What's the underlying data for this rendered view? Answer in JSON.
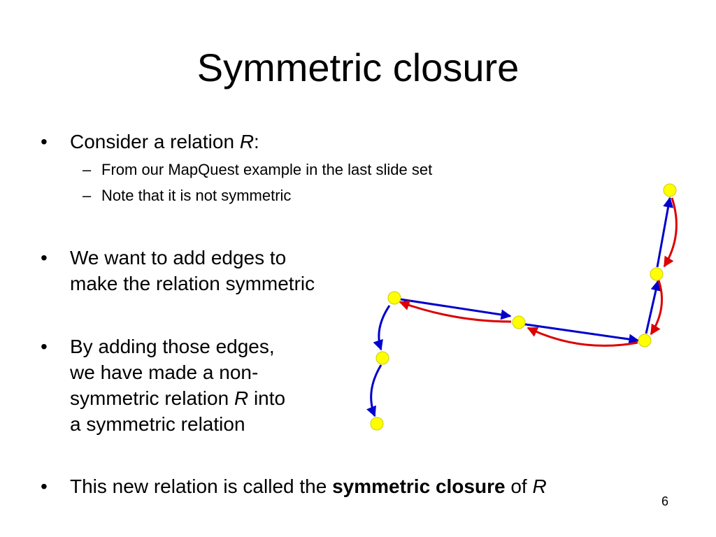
{
  "title": "Symmetric closure",
  "bullet_glyph": "•",
  "dash_glyph": "–",
  "bullets": [
    {
      "text": "Consider a relation ",
      "var": "R",
      "tail": ":"
    },
    {
      "line1": "We want to add edges to",
      "line2": "make the relation symmetric"
    },
    {
      "line1": "By adding those edges,",
      "line2": "we have made a non-",
      "line3_pre": "symmetric relation ",
      "line3_var": "R",
      "line3_post": " into",
      "line4": "a symmetric relation"
    },
    {
      "pre": "This new relation is called the ",
      "bold": "symmetric closure",
      "post": " of ",
      "var": "R"
    }
  ],
  "subbullets": [
    "From our MapQuest example in the last slide set",
    "Note that it is not symmetric"
  ],
  "page_number": "6",
  "colors": {
    "node": "#ffff00",
    "original_edge": "#0000cc",
    "added_edge": "#dd0000"
  }
}
